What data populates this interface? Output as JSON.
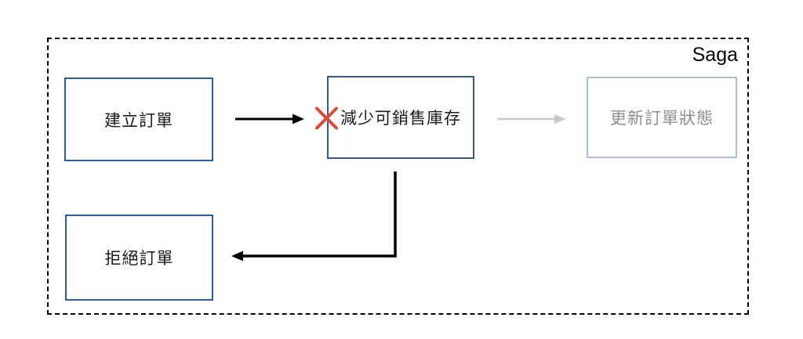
{
  "diagram": {
    "title": "Saga",
    "nodes": {
      "create_order": {
        "label": "建立訂單",
        "state": "done"
      },
      "reduce_inventory": {
        "label": "減少可銷售庫存",
        "state": "failed",
        "icon": "error-x-icon"
      },
      "update_status": {
        "label": "更新訂單狀態",
        "state": "skipped"
      },
      "reject_order": {
        "label": "拒絕訂單",
        "state": "compensation"
      }
    },
    "edges": [
      {
        "from": "create_order",
        "to": "reduce_inventory",
        "style": "solid-black",
        "shape": "straight"
      },
      {
        "from": "reduce_inventory",
        "to": "update_status",
        "style": "faded-gray",
        "shape": "straight"
      },
      {
        "from": "reduce_inventory",
        "to": "reject_order",
        "style": "solid-black",
        "shape": "elbow-down-left"
      }
    ],
    "colors": {
      "node_border": "#2d5b9e",
      "node_text": "#1a1a1a",
      "faded_node_border": "#a9bed9",
      "faded_node_text": "#8f8f8f",
      "arrow": "#000000",
      "faded_arrow": "#c8c8c8",
      "error_x": "#dc4b35",
      "boundary_border": "#000000",
      "background": "#ffffff"
    }
  }
}
